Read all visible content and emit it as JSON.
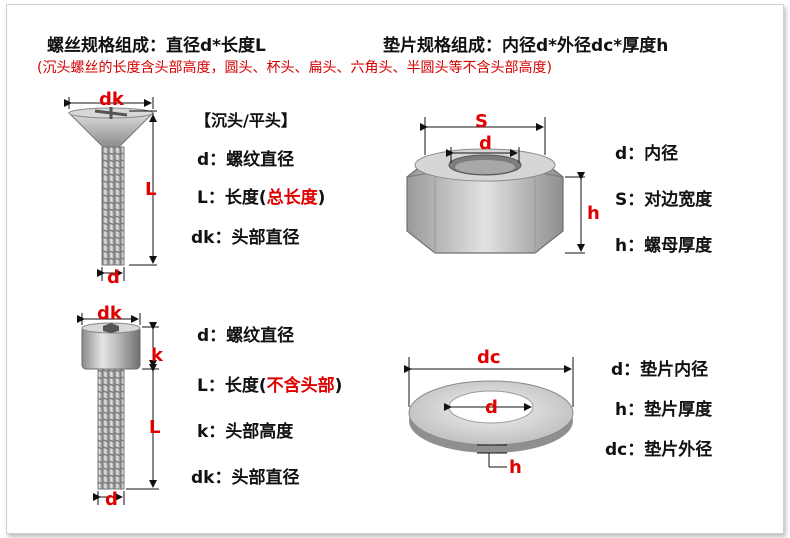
{
  "header": {
    "bolt_spec": "螺丝规格组成：直径d*长度L",
    "washer_spec": "垫片规格组成：内径d*外径dc*厚度h",
    "note": "(沉头螺丝的长度含头部高度，圆头、杯头、扁头、六角头、半圆头等不含头部高度)"
  },
  "countersunk": {
    "section": "【沉头/平头】",
    "dk_tag": "dk",
    "l_tag": "L",
    "d_tag": "d",
    "d_line": "d：螺纹直径",
    "l_prefix": "L：长度(",
    "l_red": "总长度",
    "l_suffix": ")",
    "dk_line": "dk：头部直径"
  },
  "nut": {
    "s_tag": "S",
    "d_tag": "d",
    "h_tag": "h",
    "d_line": "d：内径",
    "s_line": "S：对边宽度",
    "h_line": "h：螺母厚度"
  },
  "cap_screw": {
    "dk_tag": "dk",
    "k_tag": "k",
    "l_tag": "L",
    "d_tag": "d",
    "d_line": "d：螺纹直径",
    "l_prefix": "L：长度(",
    "l_red": "不含头部",
    "l_suffix": ")",
    "k_line": "k：头部高度",
    "dk_line": "dk：头部直径"
  },
  "washer": {
    "dc_tag": "dc",
    "d_tag": "d",
    "h_tag": "h",
    "d_line": "d：垫片内径",
    "h_line": "h：垫片厚度",
    "dc_line": "dc：垫片外径"
  },
  "colors": {
    "accent_red": "#e00000",
    "note_red": "#d40000"
  }
}
